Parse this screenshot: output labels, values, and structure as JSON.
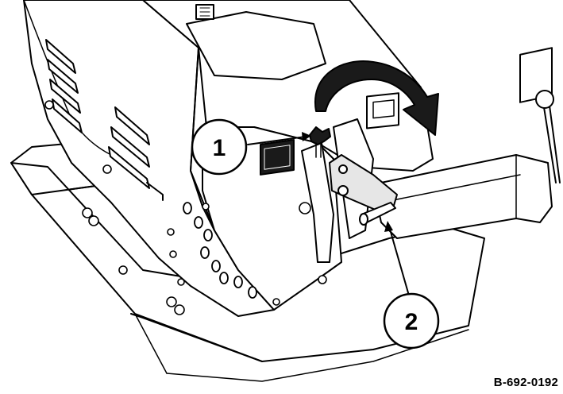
{
  "figure": {
    "reference_code": "B-692-0192",
    "callouts": [
      {
        "id": "1",
        "label": "1"
      },
      {
        "id": "2",
        "label": "2"
      }
    ],
    "colors": {
      "line": "#000000",
      "fill": "#ffffff",
      "dark": "#1a1a1a",
      "shade": "#e6e6e6"
    }
  }
}
